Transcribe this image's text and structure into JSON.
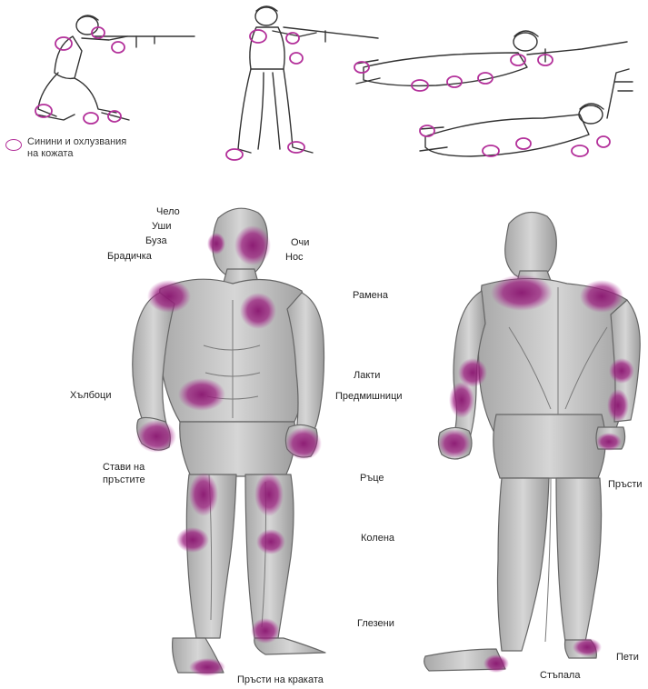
{
  "legend": {
    "line1": "Синини и охлузвания",
    "line2": "на кожата",
    "marker_color": "#b3309a"
  },
  "labels": {
    "forehead": "Чело",
    "ears": "Уши",
    "cheek": "Буза",
    "chin": "Брадичка",
    "eyes": "Очи",
    "nose": "Нос",
    "shoulders": "Рамена",
    "elbows": "Лакти",
    "forearms": "Предмишници",
    "hips": "Хълбоци",
    "knuckles_line1": "Стави на",
    "knuckles_line2": "пръстите",
    "hands": "Ръце",
    "fingers": "Пръсти",
    "knees": "Колена",
    "ankles": "Глезени",
    "toes": "Пръсти на краката",
    "heels": "Пети",
    "soles": "Стъпала"
  },
  "colors": {
    "bruise": "#9a1f7e",
    "body_fill": "#c9c9c9",
    "body_dark": "#8e8e8e",
    "outline": "#555555"
  }
}
